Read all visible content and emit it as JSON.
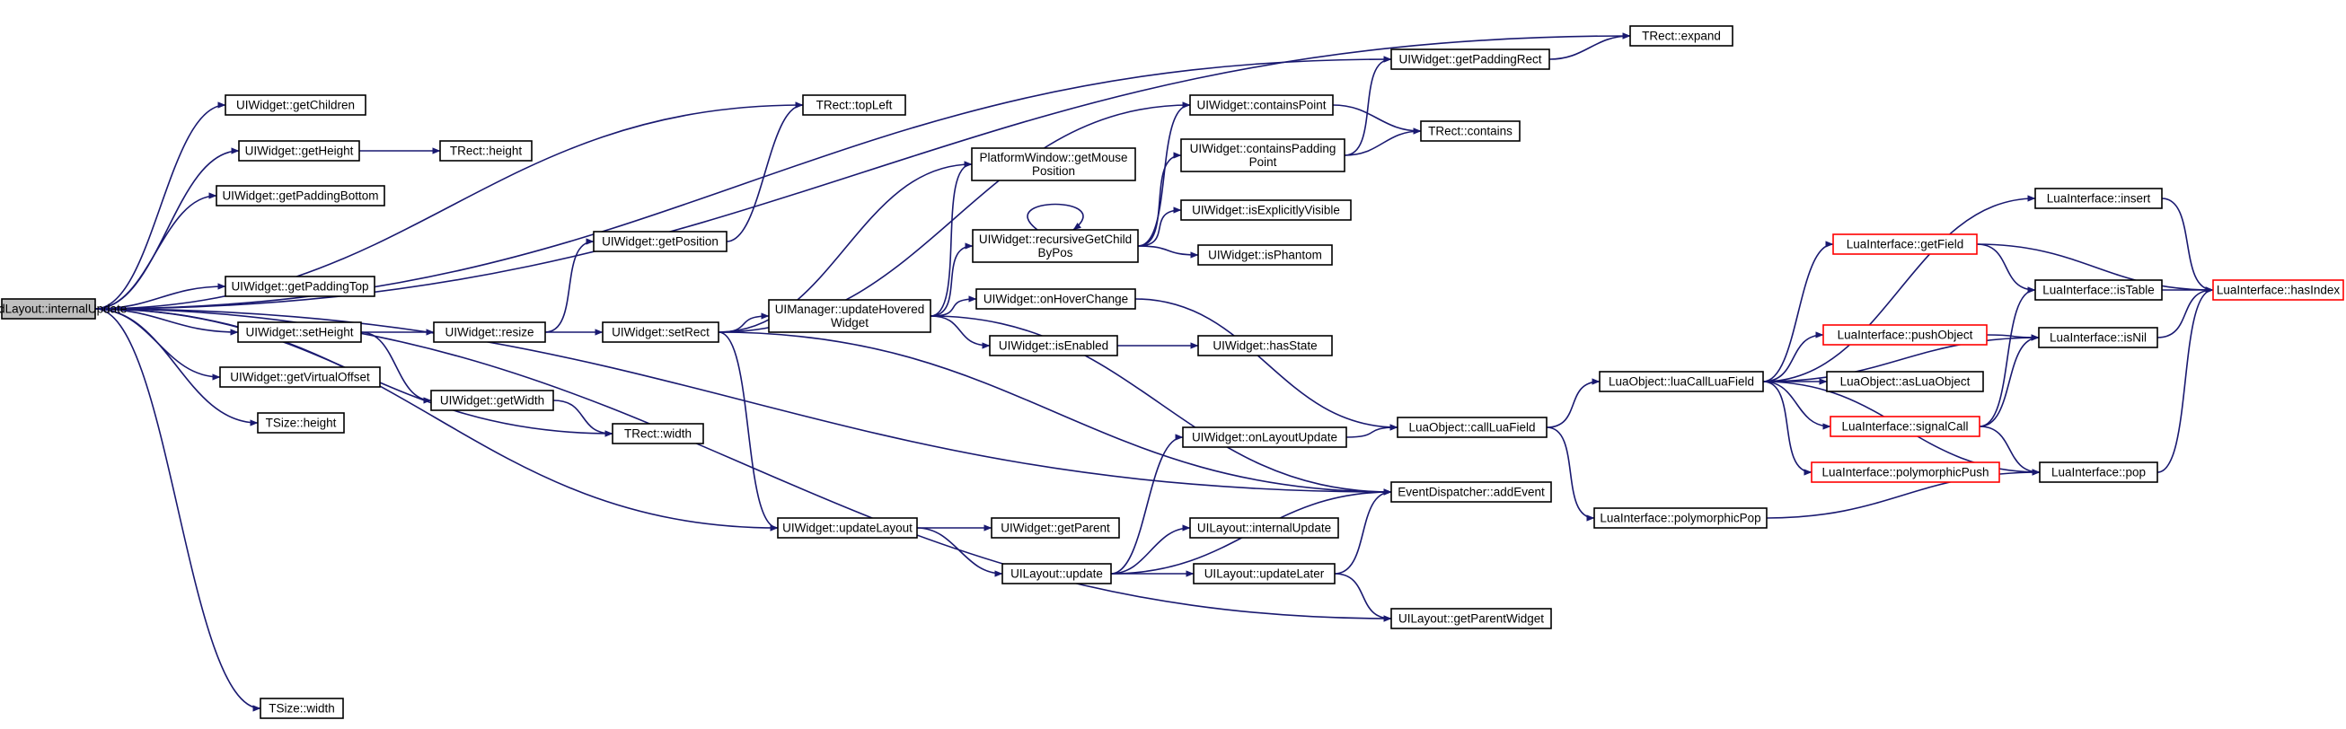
{
  "colors": {
    "edge": "#191970",
    "root_fill": "#bfbfbf",
    "highlight_border": "#ff0000",
    "node_border": "#000000"
  },
  "nodes": {
    "root": {
      "lines": [
        "UIGridLayout::internalUpdate"
      ],
      "style": "root"
    },
    "getChildren": {
      "lines": [
        "UIWidget::getChildren"
      ]
    },
    "getHeight": {
      "lines": [
        "UIWidget::getHeight"
      ]
    },
    "getPaddingBottom": {
      "lines": [
        "UIWidget::getPaddingBottom"
      ]
    },
    "getPaddingTop": {
      "lines": [
        "UIWidget::getPaddingTop"
      ]
    },
    "setHeight": {
      "lines": [
        "UIWidget::setHeight"
      ]
    },
    "getVirtualOffset": {
      "lines": [
        "UIWidget::getVirtualOffset"
      ]
    },
    "tsizeHeight": {
      "lines": [
        "TSize::height"
      ]
    },
    "tsizeWidth": {
      "lines": [
        "TSize::width"
      ]
    },
    "trectHeight": {
      "lines": [
        "TRect::height"
      ]
    },
    "resize": {
      "lines": [
        "UIWidget::resize"
      ]
    },
    "getWidth": {
      "lines": [
        "UIWidget::getWidth"
      ]
    },
    "getPosition": {
      "lines": [
        "UIWidget::getPosition"
      ]
    },
    "setRect": {
      "lines": [
        "UIWidget::setRect"
      ]
    },
    "trectTopLeft": {
      "lines": [
        "TRect::topLeft"
      ]
    },
    "trectWidth": {
      "lines": [
        "TRect::width"
      ]
    },
    "updateHovered": {
      "lines": [
        "UIManager::updateHovered",
        "Widget"
      ]
    },
    "getMousePos": {
      "lines": [
        "PlatformWindow::getMouse",
        "Position"
      ]
    },
    "recursiveGetChild": {
      "lines": [
        "UIWidget::recursiveGetChild",
        "ByPos"
      ]
    },
    "onHoverChange": {
      "lines": [
        "UIWidget::onHoverChange"
      ]
    },
    "isEnabled": {
      "lines": [
        "UIWidget::isEnabled"
      ]
    },
    "hasState": {
      "lines": [
        "UIWidget::hasState"
      ]
    },
    "updateLayout": {
      "lines": [
        "UIWidget::updateLayout"
      ]
    },
    "getParent": {
      "lines": [
        "UIWidget::getParent"
      ]
    },
    "layoutUpdate": {
      "lines": [
        "UILayout::update"
      ]
    },
    "onLayoutUpdate": {
      "lines": [
        "UIWidget::onLayoutUpdate"
      ]
    },
    "layoutInternalUpdate": {
      "lines": [
        "UILayout::internalUpdate"
      ]
    },
    "updateLater": {
      "lines": [
        "UILayout::updateLater"
      ]
    },
    "containsPoint": {
      "lines": [
        "UIWidget::containsPoint"
      ]
    },
    "containsPaddingPoint": {
      "lines": [
        "UIWidget::containsPadding",
        "Point"
      ]
    },
    "isExplicitlyVisible": {
      "lines": [
        "UIWidget::isExplicitlyVisible"
      ]
    },
    "isPhantom": {
      "lines": [
        "UIWidget::isPhantom"
      ]
    },
    "getPaddingRect": {
      "lines": [
        "UIWidget::getPaddingRect"
      ]
    },
    "trectExpand": {
      "lines": [
        "TRect::expand"
      ]
    },
    "trectContains": {
      "lines": [
        "TRect::contains"
      ]
    },
    "callLuaField": {
      "lines": [
        "LuaObject::callLuaField"
      ]
    },
    "addEvent": {
      "lines": [
        "EventDispatcher::addEvent"
      ]
    },
    "getParentWidget": {
      "lines": [
        "UILayout::getParentWidget"
      ]
    },
    "luaCallLuaField": {
      "lines": [
        "LuaObject::luaCallLuaField"
      ]
    },
    "polymorphicPop": {
      "lines": [
        "LuaInterface::polymorphicPop"
      ]
    },
    "insert": {
      "lines": [
        "LuaInterface::insert"
      ]
    },
    "getField": {
      "lines": [
        "LuaInterface::getField"
      ],
      "style": "red"
    },
    "pushObject": {
      "lines": [
        "LuaInterface::pushObject"
      ],
      "style": "red"
    },
    "asLuaObject": {
      "lines": [
        "LuaObject::asLuaObject"
      ]
    },
    "signalCall": {
      "lines": [
        "LuaInterface::signalCall"
      ],
      "style": "red"
    },
    "polymorphicPush": {
      "lines": [
        "LuaInterface::polymorphicPush"
      ],
      "style": "red"
    },
    "isTable": {
      "lines": [
        "LuaInterface::isTable"
      ]
    },
    "isNil": {
      "lines": [
        "LuaInterface::isNil"
      ]
    },
    "pop": {
      "lines": [
        "LuaInterface::pop"
      ]
    },
    "hasIndex": {
      "lines": [
        "LuaInterface::hasIndex"
      ],
      "style": "red"
    }
  },
  "edges": [
    [
      "root",
      "trectExpand"
    ],
    [
      "root",
      "getPaddingRect"
    ],
    [
      "root",
      "getChildren"
    ],
    [
      "root",
      "getHeight"
    ],
    [
      "root",
      "getPaddingBottom"
    ],
    [
      "root",
      "trectTopLeft"
    ],
    [
      "root",
      "getPaddingTop"
    ],
    [
      "root",
      "setHeight"
    ],
    [
      "root",
      "getVirtualOffset"
    ],
    [
      "root",
      "tsizeHeight"
    ],
    [
      "root",
      "trectWidth"
    ],
    [
      "root",
      "updateLayout"
    ],
    [
      "root",
      "addEvent"
    ],
    [
      "root",
      "getParentWidget"
    ],
    [
      "root",
      "tsizeWidth"
    ],
    [
      "getHeight",
      "trectHeight"
    ],
    [
      "setHeight",
      "resize"
    ],
    [
      "setHeight",
      "getWidth"
    ],
    [
      "resize",
      "getPosition"
    ],
    [
      "resize",
      "setRect"
    ],
    [
      "getWidth",
      "trectWidth"
    ],
    [
      "getPosition",
      "trectTopLeft"
    ],
    [
      "setRect",
      "containsPoint"
    ],
    [
      "setRect",
      "getMousePos"
    ],
    [
      "setRect",
      "updateHovered"
    ],
    [
      "setRect",
      "addEvent"
    ],
    [
      "setRect",
      "updateLayout"
    ],
    [
      "updateHovered",
      "getMousePos"
    ],
    [
      "updateHovered",
      "recursiveGetChild"
    ],
    [
      "updateHovered",
      "onHoverChange"
    ],
    [
      "updateHovered",
      "isEnabled"
    ],
    [
      "updateHovered",
      "addEvent"
    ],
    [
      "recursiveGetChild",
      "recursiveGetChild"
    ],
    [
      "recursiveGetChild",
      "containsPoint"
    ],
    [
      "recursiveGetChild",
      "containsPaddingPoint"
    ],
    [
      "recursiveGetChild",
      "isExplicitlyVisible"
    ],
    [
      "recursiveGetChild",
      "isPhantom"
    ],
    [
      "isEnabled",
      "hasState"
    ],
    [
      "onHoverChange",
      "callLuaField"
    ],
    [
      "updateLayout",
      "getParent"
    ],
    [
      "updateLayout",
      "layoutUpdate"
    ],
    [
      "layoutUpdate",
      "onLayoutUpdate"
    ],
    [
      "layoutUpdate",
      "layoutInternalUpdate"
    ],
    [
      "layoutUpdate",
      "updateLater"
    ],
    [
      "layoutUpdate",
      "addEvent"
    ],
    [
      "updateLater",
      "addEvent"
    ],
    [
      "updateLater",
      "getParentWidget"
    ],
    [
      "onLayoutUpdate",
      "callLuaField"
    ],
    [
      "containsPoint",
      "trectContains"
    ],
    [
      "containsPaddingPoint",
      "getPaddingRect"
    ],
    [
      "containsPaddingPoint",
      "trectContains"
    ],
    [
      "getPaddingRect",
      "trectExpand"
    ],
    [
      "callLuaField",
      "luaCallLuaField"
    ],
    [
      "callLuaField",
      "polymorphicPop"
    ],
    [
      "polymorphicPop",
      "pop"
    ],
    [
      "luaCallLuaField",
      "insert"
    ],
    [
      "luaCallLuaField",
      "getField"
    ],
    [
      "luaCallLuaField",
      "isNil"
    ],
    [
      "luaCallLuaField",
      "pushObject"
    ],
    [
      "luaCallLuaField",
      "asLuaObject"
    ],
    [
      "luaCallLuaField",
      "signalCall"
    ],
    [
      "luaCallLuaField",
      "polymorphicPush"
    ],
    [
      "luaCallLuaField",
      "pop"
    ],
    [
      "insert",
      "hasIndex"
    ],
    [
      "getField",
      "isTable"
    ],
    [
      "getField",
      "hasIndex"
    ],
    [
      "pushObject",
      "isNil"
    ],
    [
      "signalCall",
      "isTable"
    ],
    [
      "signalCall",
      "isNil"
    ],
    [
      "signalCall",
      "pop"
    ],
    [
      "isTable",
      "hasIndex"
    ],
    [
      "isNil",
      "hasIndex"
    ],
    [
      "pop",
      "hasIndex"
    ]
  ]
}
